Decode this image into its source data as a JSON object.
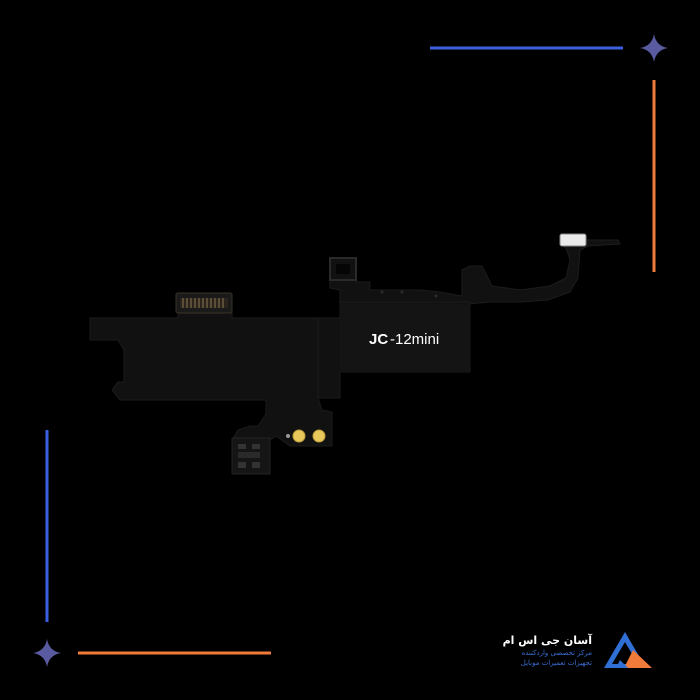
{
  "product": {
    "brand_mark": "JC",
    "model_label": "-12mini"
  },
  "logo": {
    "title": "آسان جی اس ام",
    "subtitle_line1": "مرکز تخصصی واردکننده",
    "subtitle_line2": "تجهیزات تعمیرات موبایل"
  },
  "colors": {
    "background": "#000000",
    "accent_blue": "#3a5fe0",
    "accent_orange": "#f07a3a",
    "flex_pcb": "#111111",
    "gold_contact": "#e8c85a",
    "logo_blue": "#2f6fd6",
    "logo_orange": "#f07a3a"
  }
}
